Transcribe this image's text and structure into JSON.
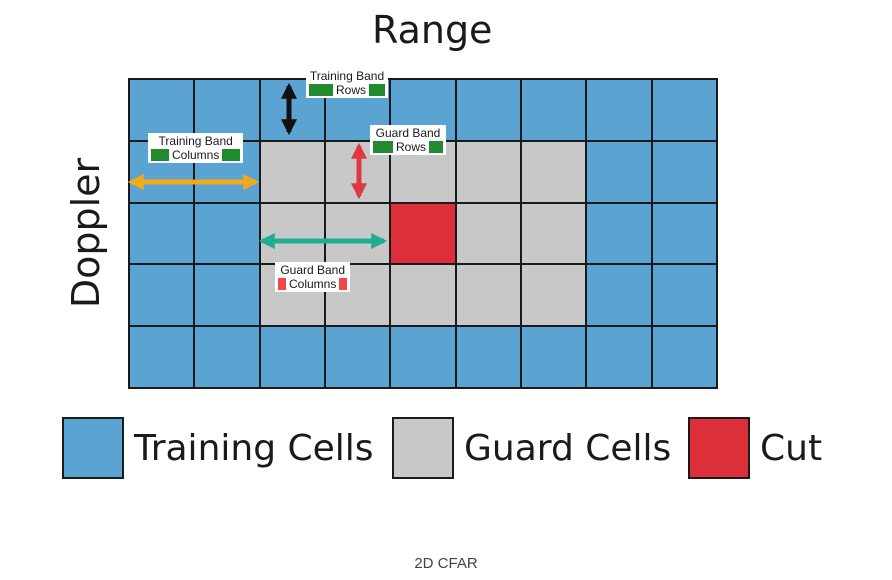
{
  "title": "Range",
  "y_axis_title": "Doppler",
  "caption": "2D CFAR",
  "colors": {
    "training": "#5ba3d3",
    "guard": "#c8c8c8",
    "cut": "#dc2f3a",
    "band_marker_green": "#1f8a2e",
    "band_marker_red": "#ee4848",
    "arrow_black": "#111111",
    "arrow_yellow": "#f2aa1b",
    "arrow_red": "#dc3a3f",
    "arrow_teal": "#21ad92"
  },
  "grid": {
    "rows": 5,
    "cols": 9,
    "cells": [
      [
        "training",
        "training",
        "training",
        "training",
        "training",
        "training",
        "training",
        "training",
        "training"
      ],
      [
        "training",
        "training",
        "guard",
        "guard",
        "guard",
        "guard",
        "guard",
        "training",
        "training"
      ],
      [
        "training",
        "training",
        "guard",
        "guard",
        "cut",
        "guard",
        "guard",
        "training",
        "training"
      ],
      [
        "training",
        "training",
        "guard",
        "guard",
        "guard",
        "guard",
        "guard",
        "training",
        "training"
      ],
      [
        "training",
        "training",
        "training",
        "training",
        "training",
        "training",
        "training",
        "training",
        "training"
      ]
    ]
  },
  "annotations": {
    "training_band_rows": {
      "line1": "Training Band",
      "line2": "Rows",
      "arrow_icon": "vertical-double-arrow",
      "arrow_color": "black"
    },
    "training_band_columns": {
      "line1": "Training Band",
      "line2": "Columns",
      "arrow_icon": "horizontal-double-arrow",
      "arrow_color": "yellow"
    },
    "guard_band_rows": {
      "line1": "Guard Band",
      "line2": "Rows",
      "arrow_icon": "vertical-double-arrow",
      "arrow_color": "red"
    },
    "guard_band_columns": {
      "line1": "Guard Band",
      "line2": "Columns",
      "arrow_icon": "horizontal-double-arrow",
      "arrow_color": "teal"
    }
  },
  "legend": [
    {
      "label": "Training Cells",
      "color_key": "training"
    },
    {
      "label": "Guard Cells",
      "color_key": "guard"
    },
    {
      "label": "Cut",
      "color_key": "cut"
    }
  ]
}
